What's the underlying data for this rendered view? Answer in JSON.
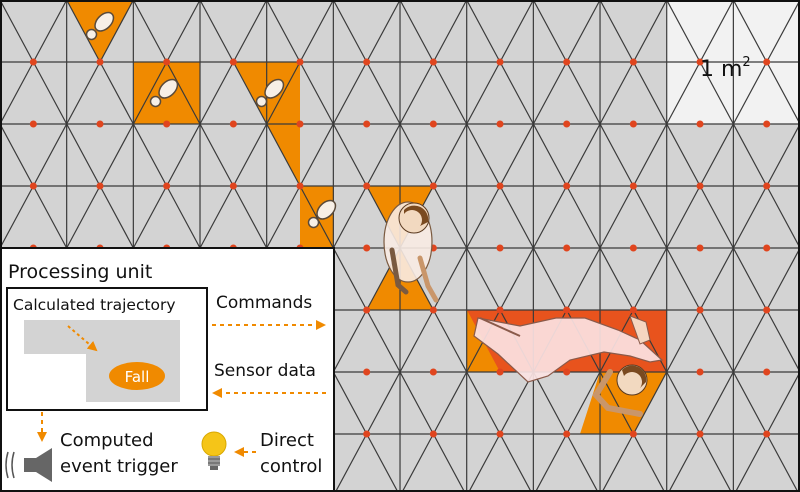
{
  "floor": {
    "area_label": "1 m",
    "area_exponent": "2"
  },
  "processing_unit": {
    "title": "Processing unit",
    "trajectory_label": "Calculated trajectory",
    "fall_label": "Fall"
  },
  "arrows": {
    "commands": "Commands",
    "sensor_data": "Sensor data"
  },
  "outputs": {
    "event_trigger_line1": "Computed",
    "event_trigger_line2": "event trigger",
    "direct_control_line1": "Direct",
    "direct_control_line2": "control"
  },
  "colors": {
    "tile": "#d3d3d3",
    "grid_line": "#3a3a3a",
    "sensor_node": "#e0451e",
    "footstep": "#f08a00",
    "fall_zone": "#e8531d",
    "dashed_arrow": "#f08a00",
    "fall_badge": "#f08a00",
    "bulb": "#f5c518"
  }
}
